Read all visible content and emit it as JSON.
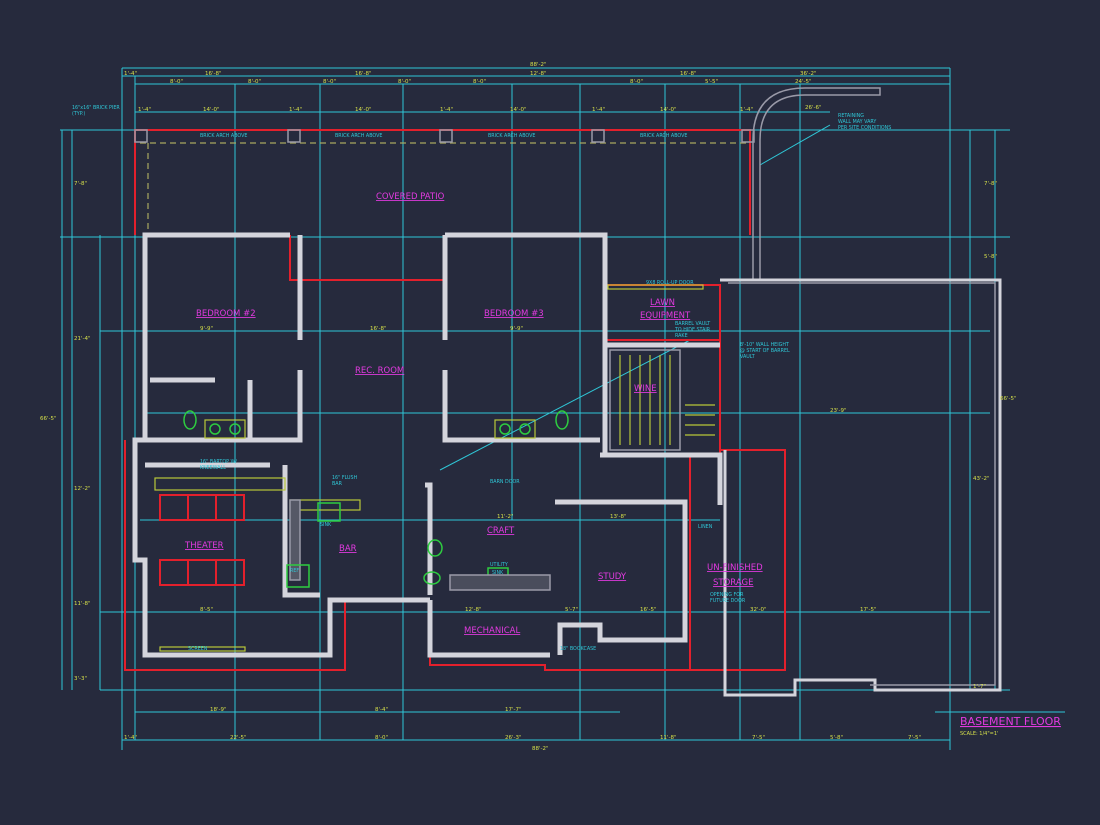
{
  "title": {
    "text": "BASEMENT FLOOR",
    "scale": "SCALE: 1/4\"=1'"
  },
  "colors": {
    "background": "#262a3d",
    "dimension": "#2fc6d6",
    "wall": "#d4d4dc",
    "exterior": "#e3202c",
    "room_label": "#e23ae0",
    "dimension_text": "#d6e04a"
  },
  "rooms": {
    "covered_patio": "COVERED PATIO",
    "bedroom2": "BEDROOM #2",
    "bedroom3": "BEDROOM #3",
    "rec_room": "REC. ROOM",
    "lawn_equipment_1": "LAWN",
    "lawn_equipment_2": "EQUIPMENT",
    "wine": "WINE",
    "theater": "THEATER",
    "bar": "BAR",
    "craft": "CRAFT",
    "study": "STUDY",
    "storage_1": "UN-FINISHED",
    "storage_2": "STORAGE",
    "mechanical": "MECHANICAL"
  },
  "notes": {
    "brick_pier_1": "16\"x16\" BRICK PIER",
    "brick_pier_2": "(TYP.)",
    "brick_arch": "BRICK ARCH ABOVE",
    "retaining_1": "RETAINING",
    "retaining_2": "WALL MAY VARY",
    "retaining_3": "PER SITE CONDITIONS",
    "rollup": "9X8 ROLL-UP DOOR",
    "barrel_1": "BARREL VAULT",
    "barrel_2": "TO HIDE STAIR",
    "barrel_3": "RAKE",
    "wall_height_1": "8'-10\" WALL HEIGHT",
    "wall_height_2": "@ START OF BARREL",
    "wall_height_3": "VAULT",
    "bartop_1": "16\" BARTOP W/",
    "bartop_2": "KNEEWALL",
    "screen": "SCREEN",
    "flush_bar_1": "16\" FLUSH",
    "flush_bar_2": "BAR",
    "sink": "SINK",
    "ref": "REF",
    "utility_1": "UTILITY",
    "utility_2": "SINK",
    "bookcase": "18\" BOOKCASE",
    "linen": "LINEN",
    "future_door_1": "OPENING FOR",
    "future_door_2": "FUTURE DOOR",
    "barn_door": "BARN DOOR"
  },
  "dimensions": {
    "overall": "88'-2\"",
    "top_row1": [
      "1'-4\"",
      "16'-8\"",
      "16'-8\"",
      "12'-8\"",
      "16'-8\"",
      "36'-2\""
    ],
    "top_row2": [
      "8'-0\"",
      "8'-0\"",
      "8'-0\"",
      "8'-0\"",
      "8'-0\"",
      "8'-0\"",
      "5'-5\"",
      "24'-5\""
    ],
    "top_row3": [
      "1'-4\"",
      "14'-0\"",
      "1'-4\"",
      "14'-0\"",
      "1'-4\"",
      "14'-0\"",
      "1'-4\"",
      "14'-0\"",
      "1'-4\"",
      "26'-6\""
    ],
    "bottom_row1": [
      "18'-9\"",
      "8'-4\"",
      "17'-7\""
    ],
    "bottom_row2": [
      "1'-4\"",
      "22'-5\"",
      "8'-0\"",
      "26'-3\"",
      "11'-8\"",
      "7'-5\"",
      "5'-8\"",
      "7'-5\""
    ],
    "right": [
      "7'-8\"",
      "5'-8\"",
      "66'-5\"",
      "43'-2\"",
      "1'-7\""
    ],
    "left": [
      "7'-8\"",
      "21'-4\"",
      "66'-5\"",
      "12'-2\"",
      "11'-8\"",
      "3'-3\""
    ],
    "interior": [
      "9'-9\"",
      "16'-8\"",
      "9'-9\"",
      "23'-9\"",
      "11'-2\"",
      "13'-8\"",
      "16'-5\"",
      "12'-8\"",
      "17'-5\"",
      "5'-7\"",
      "8'-5\"",
      "32'-0\""
    ]
  }
}
